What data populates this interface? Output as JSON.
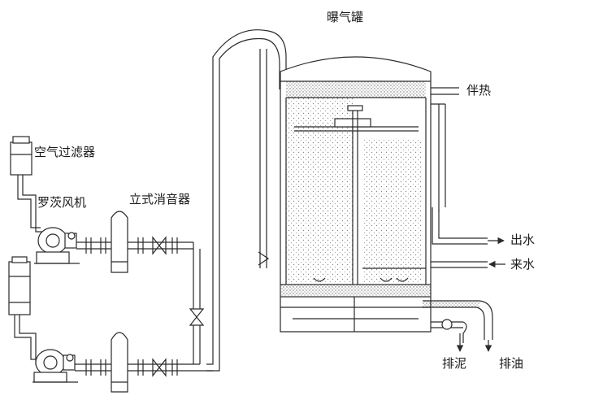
{
  "labels": {
    "aeration_tank": "曝气罐",
    "air_filter": "空气过滤器",
    "roots_blower": "罗茨风机",
    "vertical_silencer": "立式消音器",
    "heat_tracing": "伴热",
    "water_out": "出水",
    "water_in": "来水",
    "sludge_discharge": "排泥",
    "oil_discharge": "排油"
  },
  "colors": {
    "line": "#2a2a2a",
    "fill_dots": "#9a9a9a",
    "background": "#ffffff"
  }
}
